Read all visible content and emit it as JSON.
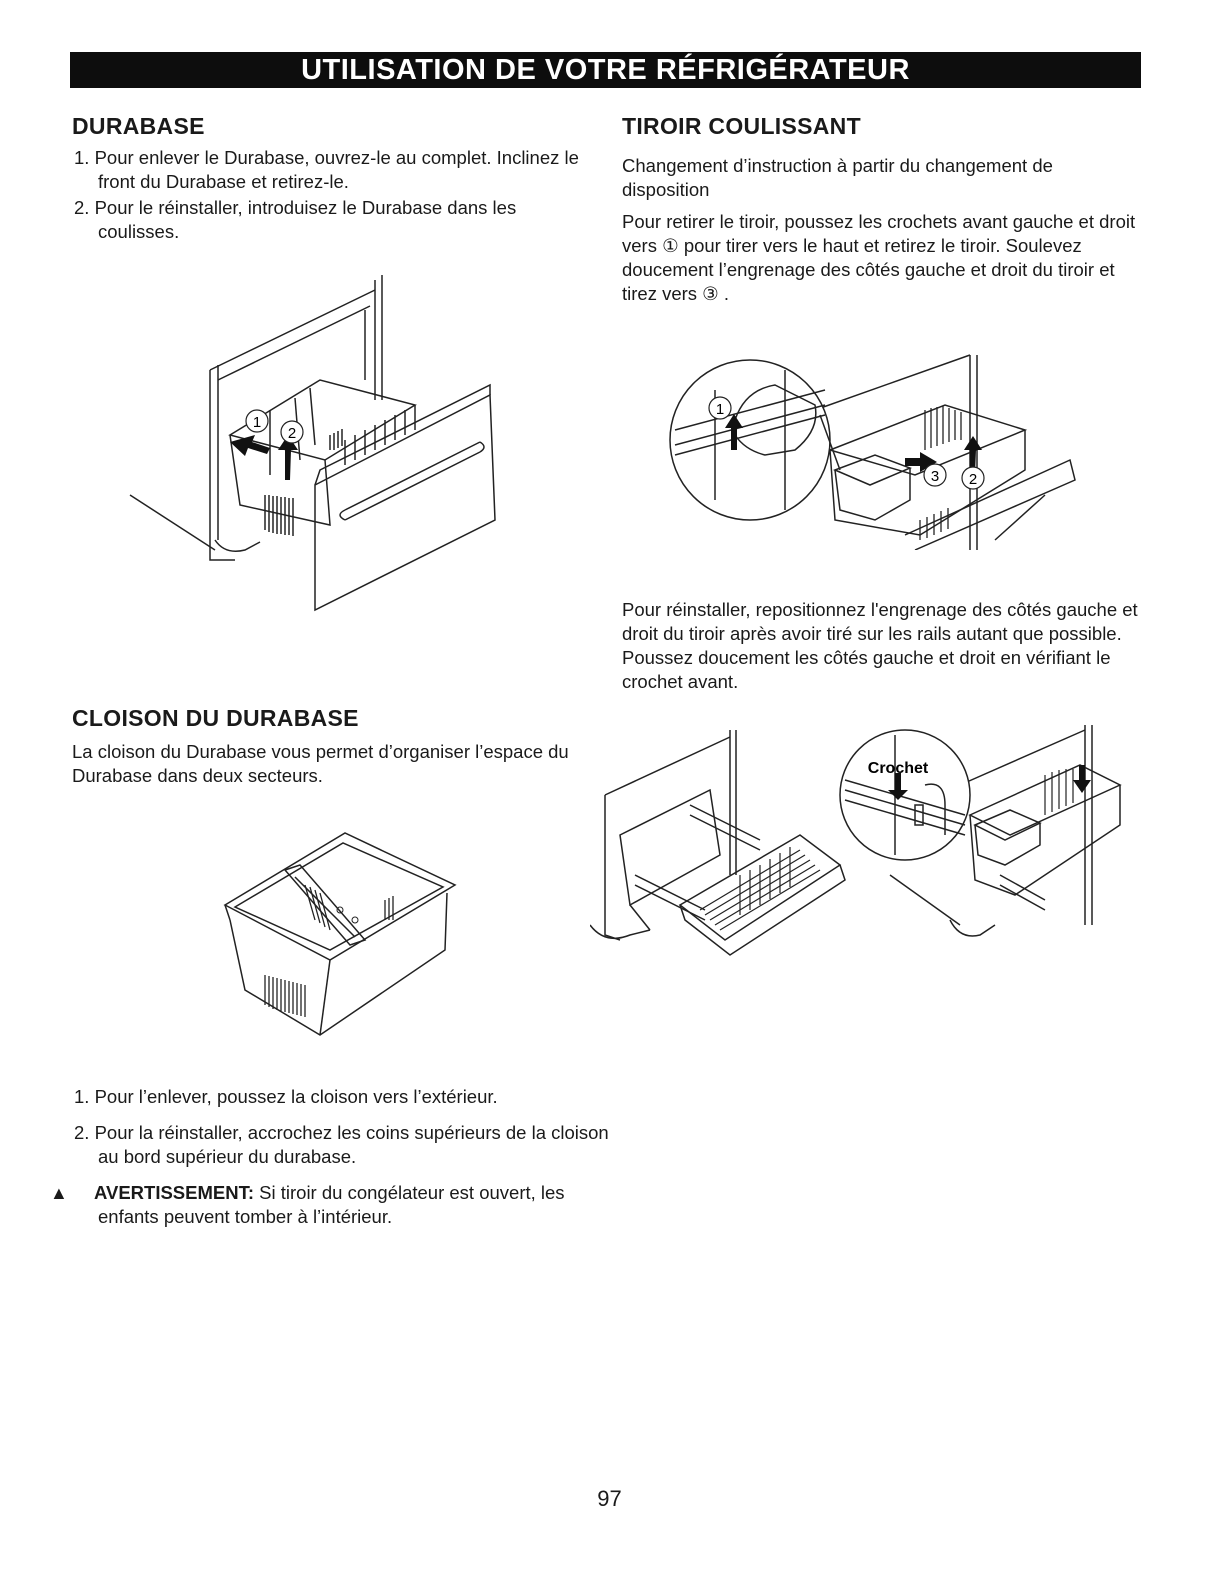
{
  "banner": "UTILISATION DE VOTRE RÉFRIGÉRATEUR",
  "durabase": {
    "title": "DURABASE",
    "steps": [
      {
        "num": "1.",
        "text": "Pour enlever le Durabase, ouvrez-le au complet. Inclinez le front du Durabase et retirez-le."
      },
      {
        "num": "2.",
        "text": "Pour le réinstaller, introduisez le Durabase dans les coulisses."
      }
    ],
    "callout_1": "1",
    "callout_2": "2"
  },
  "cloison": {
    "title": "CLOISON DU DURABASE",
    "intro": "La cloison du Durabase vous permet d’organiser l’espace du Durabase dans deux secteurs.",
    "steps": [
      {
        "num": "1.",
        "text": "Pour l’enlever, poussez la cloison vers l’extérieur."
      },
      {
        "num": "2.",
        "text": "Pour la réinstaller, accrochez les coins supérieurs de la cloison au bord supérieur du durabase."
      }
    ],
    "warning_title": "AVERTISSEMENT:",
    "warning_text": "Si tiroir du congélateur est ouvert, les enfants peuvent tomber à l’intérieur."
  },
  "tiroir": {
    "title": "TIROIR COULISSANT",
    "p1": "Changement d’instruction à partir du changement de disposition",
    "p2": "Pour retirer le tiroir, poussez les crochets avant gauche et droit vers ① pour tirer vers le haut et retirez le tiroir. Soulevez doucement l’engrenage des côtés gauche et droit du tiroir et tirez vers ③ .",
    "p3": "Pour réinstaller, repositionnez l'engrenage des côtés gauche et droit du tiroir après avoir tiré sur les rails autant que possible. Poussez doucement les côtés gauche et droit en vérifiant le crochet avant.",
    "callout_1": "1",
    "callout_2": "2",
    "callout_3": "3",
    "crochet_label": "Crochet"
  },
  "page_number": "97"
}
